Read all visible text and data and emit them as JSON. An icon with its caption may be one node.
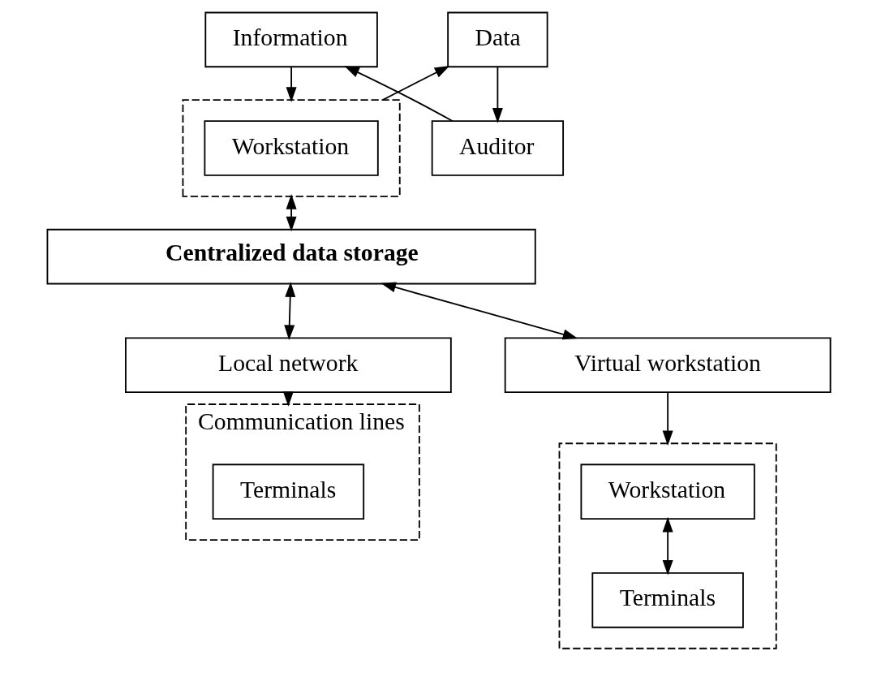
{
  "diagram": {
    "nodes": [
      {
        "text": [
          "Information"
        ]
      },
      {
        "text": [
          "Data"
        ]
      },
      {
        "text": [
          "Auditor"
        ]
      },
      {
        "text": [],
        "shape": "box"
      },
      {
        "text": [
          "Workstation"
        ],
        "in": 3
      },
      {
        "text": [
          "Centralized data storage"
        ]
      },
      {
        "text": [
          "Local network"
        ]
      },
      {
        "text": [
          "Virtual workstation"
        ]
      },
      {
        "text": [
          "Communication lines"
        ]
      },
      {
        "text": [
          "Terminals"
        ],
        "in": 8
      },
      {
        "text": [],
        "shape": "box"
      },
      {
        "text": [
          "Workstation"
        ],
        "in": 10
      },
      {
        "text": [
          "Terminals"
        ],
        "in": 10
      }
    ],
    "edges": [
      {
        "from": 2,
        "to": 0,
        "arrow": "to"
      },
      {
        "from": 0,
        "to": 3,
        "arrow": "to"
      },
      {
        "from": 3,
        "to": 1,
        "arrow": "to"
      },
      {
        "from": 1,
        "to": 2,
        "arrow": "to"
      },
      {
        "from": 3,
        "to": 5,
        "arrow": "both"
      },
      {
        "from": 5,
        "to": 6,
        "arrow": "both"
      },
      {
        "from": 5,
        "to": 7,
        "arrow": "both"
      },
      {
        "from": 6,
        "to": 8,
        "arrow": "to"
      },
      {
        "from": 7,
        "to": 10,
        "arrow": "to"
      },
      {
        "from": 11,
        "to": 12,
        "arrow": "both"
      }
    ]
  }
}
